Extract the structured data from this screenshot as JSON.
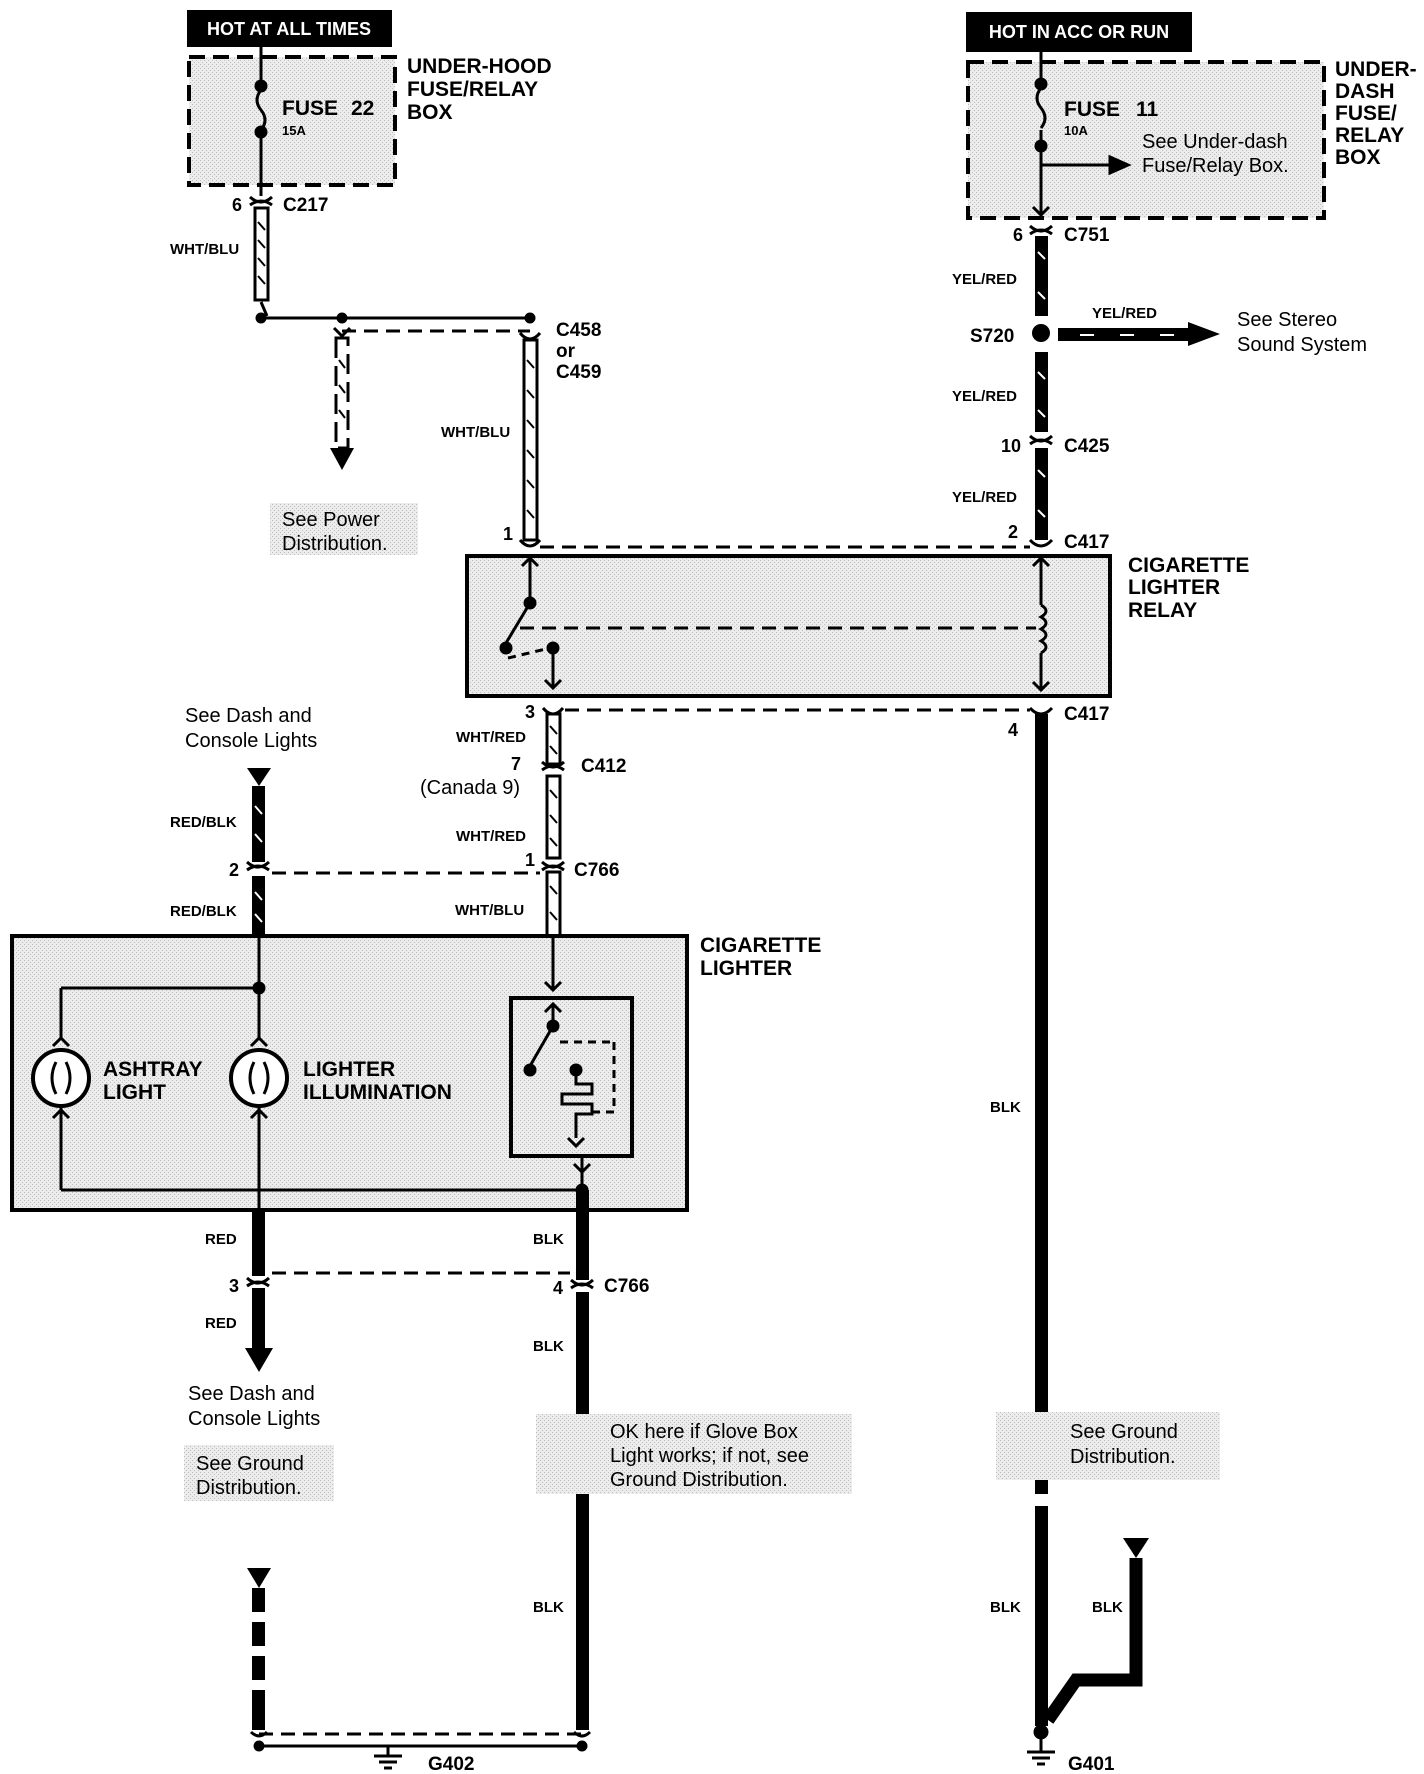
{
  "power_sources": {
    "hot_at_all_times": "HOT AT ALL TIMES",
    "hot_in_acc_or_run": "HOT IN ACC OR RUN"
  },
  "fuse_boxes": {
    "under_hood": {
      "label_line1": "UNDER-HOOD",
      "label_line2": "FUSE/RELAY",
      "label_line3": "BOX",
      "fuse_name": "FUSE",
      "fuse_number": "22",
      "fuse_rating": "15A"
    },
    "under_dash": {
      "label_line1": "UNDER-",
      "label_line2": "DASH",
      "label_line3": "FUSE/",
      "label_line4": "RELAY",
      "label_line5": "BOX",
      "fuse_name": "FUSE",
      "fuse_number": "11",
      "fuse_rating": "10A",
      "note_line1": "See Under-dash",
      "note_line2": "Fuse/Relay Box."
    }
  },
  "connectors": {
    "c217": "C217",
    "c751": "C751",
    "s720": "S720",
    "c425": "C425",
    "c458": "C458",
    "or": "or",
    "c459": "C459",
    "c417_top": "C417",
    "c417_bottom": "C417",
    "c412": "C412",
    "canada": "(Canada 9)",
    "c766_top": "C766",
    "c766_bottom": "C766",
    "g402": "G402",
    "g401": "G401"
  },
  "pins": {
    "c217_pin": "6",
    "c751_pin": "6",
    "c425_pin": "10",
    "c417_pin1": "1",
    "c417_pin2": "2",
    "c417_pin3": "3",
    "c417_pin4": "4",
    "c412_pin": "7",
    "c766_pin1": "1",
    "c766_pin2": "2",
    "c766_pin3": "3",
    "c766_pin4": "4"
  },
  "wires": {
    "wht_blu_1": "WHT/BLU",
    "wht_blu_2": "WHT/BLU",
    "wht_blu_3": "WHT/BLU",
    "yel_red_1": "YEL/RED",
    "yel_red_2": "YEL/RED",
    "yel_red_3": "YEL/RED",
    "yel_red_branch": "YEL/RED",
    "wht_red_1": "WHT/RED",
    "wht_red_2": "WHT/RED",
    "red_blk_1": "RED/BLK",
    "red_blk_2": "RED/BLK",
    "red_1": "RED",
    "red_2": "RED",
    "blk_1": "BLK",
    "blk_2": "BLK",
    "blk_3": "BLK",
    "blk_4": "BLK",
    "blk_5": "BLK",
    "blk_6": "BLK"
  },
  "components": {
    "relay_line1": "CIGARETTE",
    "relay_line2": "LIGHTER",
    "relay_line3": "RELAY",
    "lighter_line1": "CIGARETTE",
    "lighter_line2": "LIGHTER",
    "ashtray_line1": "ASHTRAY",
    "ashtray_line2": "LIGHT",
    "illum_line1": "LIGHTER",
    "illum_line2": "ILLUMINATION"
  },
  "notes": {
    "power_dist_1": "See Power",
    "power_dist_2": "Distribution.",
    "stereo_1": "See Stereo",
    "stereo_2": "Sound System",
    "dash_top_1": "See Dash and",
    "dash_top_2": "Console Lights",
    "dash_bottom_1": "See Dash and",
    "dash_bottom_2": "Console Lights",
    "ground_left_1": "See Ground",
    "ground_left_2": "Distribution.",
    "glove_1": "OK here if Glove Box",
    "glove_2": "Light works; if not, see",
    "glove_3": "Ground Distribution.",
    "ground_right_1": "See Ground",
    "ground_right_2": "Distribution."
  },
  "colors": {
    "ink": "#000000",
    "shade": "#e3e3e3"
  }
}
